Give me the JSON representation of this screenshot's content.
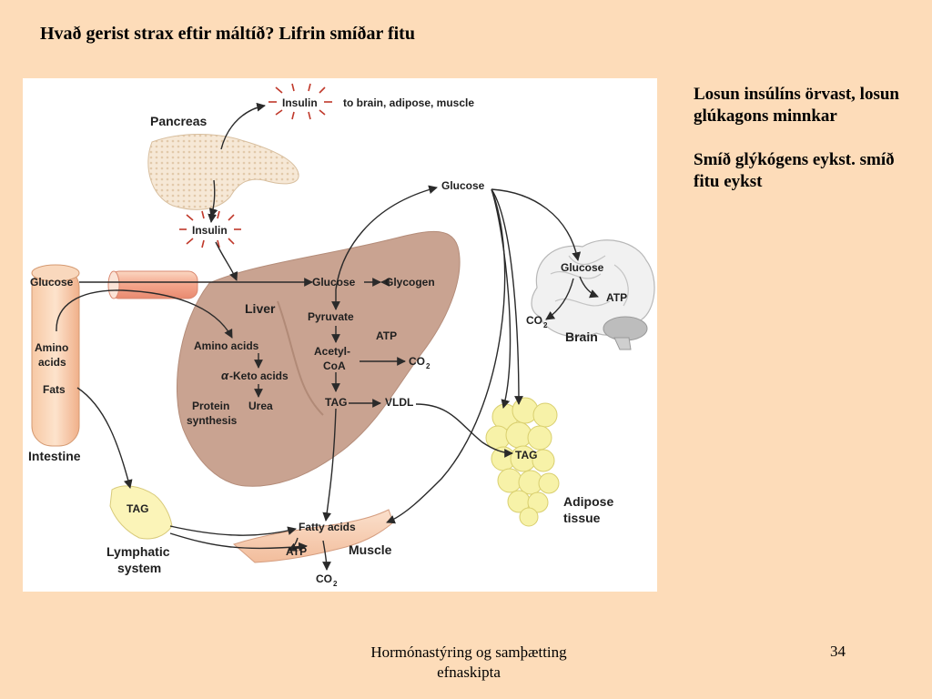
{
  "slide": {
    "title": "Hvað gerist strax eftir máltíð? Lifrin smíðar fitu",
    "notes": [
      "Losun insúlíns örvast, losun glúkagons minnkar",
      "Smíð glýkógens eykst. smíð fitu eykst"
    ],
    "footer": {
      "line1": "Hormónastýring og samþætting",
      "line2": "efnaskipta",
      "page_number": "34"
    }
  },
  "diagram": {
    "labels": {
      "insulin_top": "Insulin",
      "insulin_targets": "to brain, adipose, muscle",
      "pancreas": "Pancreas",
      "insulin_lower": "Insulin",
      "glucose_blood": "Glucose",
      "glucose_intestine": "Glucose",
      "amino_acids_intestine": "Amino",
      "amino_acids_intestine_2": "acids",
      "fats_intestine": "Fats",
      "intestine": "Intestine",
      "liver": "Liver",
      "glucose_liver": "Glucose",
      "glycogen": "Glycogen",
      "pyruvate": "Pyruvate",
      "atp_liver": "ATP",
      "acetyl_coa_1": "Acetyl-",
      "acetyl_coa_2": "CoA",
      "co2_liver": "CO",
      "tag_liver": "TAG",
      "vldl": "VLDL",
      "amino_acids_liver": "Amino acids",
      "keto_acids": "-Keto acids",
      "keto_alpha": "α",
      "protein_synthesis_1": "Protein",
      "protein_synthesis_2": "synthesis",
      "urea": "Urea",
      "glucose_brain": "Glucose",
      "atp_brain": "ATP",
      "co2_brain": "CO",
      "brain": "Brain",
      "tag_adipose": "TAG",
      "adipose_1": "Adipose",
      "adipose_2": "tissue",
      "tag_lymph": "TAG",
      "lymphatic_1": "Lymphatic",
      "lymphatic_2": "system",
      "fatty_acids": "Fatty acids",
      "atp_muscle": "ATP",
      "muscle": "Muscle",
      "co2_muscle": "CO",
      "subscript_2": "2"
    }
  }
}
